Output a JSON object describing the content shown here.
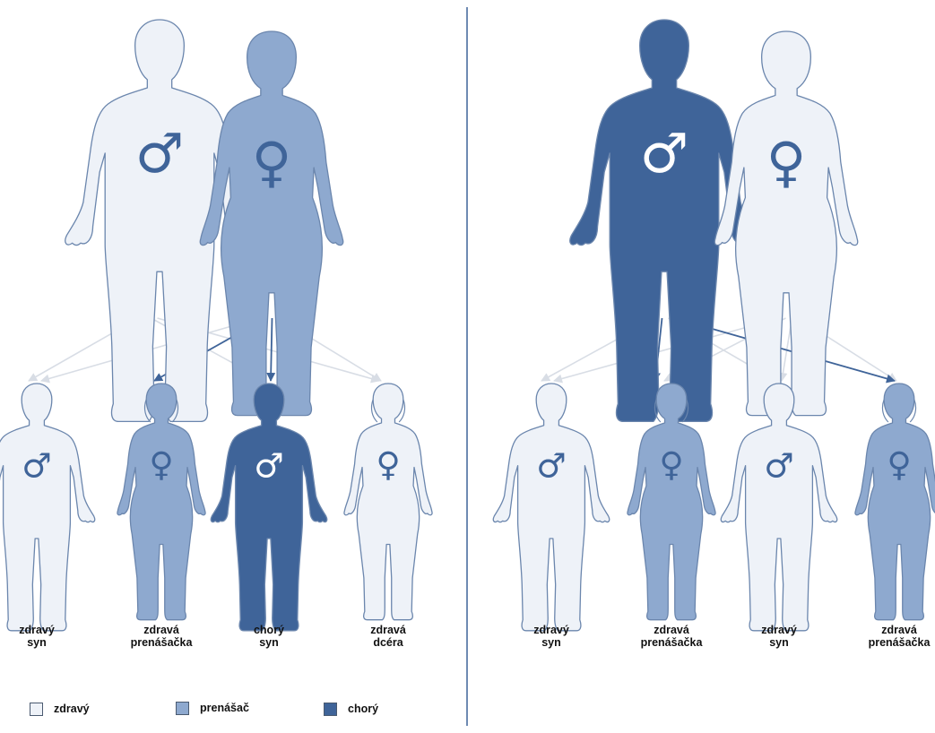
{
  "colors": {
    "healthy": "#eef2f8",
    "carrier": "#8ea9cf",
    "sick": "#3f6499",
    "outline": "#6b86ad",
    "arrow_light": "#d8dde5",
    "arrow_dark": "#3f6499",
    "divider": "#3f6499"
  },
  "symbols": {
    "male": "♂",
    "female": "♀"
  },
  "panels": [
    {
      "parents": [
        {
          "sex": "male",
          "status": "healthy"
        },
        {
          "sex": "female",
          "status": "carrier"
        }
      ],
      "children": [
        {
          "sex": "male",
          "status": "healthy",
          "caption": [
            "zdravý",
            "syn"
          ]
        },
        {
          "sex": "female",
          "status": "carrier",
          "caption": [
            "zdravá",
            "prenášačka"
          ]
        },
        {
          "sex": "male",
          "status": "sick",
          "caption": [
            "chorý",
            "syn"
          ]
        },
        {
          "sex": "female",
          "status": "healthy",
          "caption": [
            "zdravá",
            "dcéra"
          ]
        }
      ]
    },
    {
      "parents": [
        {
          "sex": "male",
          "status": "sick"
        },
        {
          "sex": "female",
          "status": "healthy"
        }
      ],
      "children": [
        {
          "sex": "male",
          "status": "healthy",
          "caption": [
            "zdravý",
            "syn"
          ]
        },
        {
          "sex": "female",
          "status": "carrier",
          "caption": [
            "zdravá",
            "prenášačka"
          ]
        },
        {
          "sex": "male",
          "status": "healthy",
          "caption": [
            "zdravý",
            "syn"
          ]
        },
        {
          "sex": "female",
          "status": "carrier",
          "caption": [
            "zdravá",
            "prenášačka"
          ]
        }
      ]
    }
  ],
  "legend": [
    {
      "status": "healthy",
      "label": "zdravý"
    },
    {
      "status": "carrier",
      "label": "prenášač"
    },
    {
      "status": "sick",
      "label": "chorý"
    }
  ]
}
